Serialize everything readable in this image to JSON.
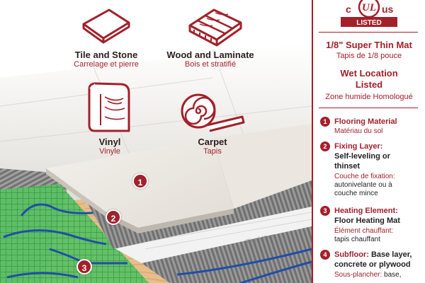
{
  "ul_mark": {
    "left": "c",
    "center": "UL",
    "right": "us",
    "listed": "LISTED"
  },
  "mat": {
    "title": "1/8\" Super Thin Mat",
    "subtitle": "Tapis de 1/8 pouce"
  },
  "wet": {
    "title_line1": "Wet Location",
    "title_line2": "Listed",
    "subtitle": "Zone humide Homologué"
  },
  "icons": [
    {
      "label": "Tile and Stone",
      "sub": "Carrelage et pierre",
      "icon": "tile-icon"
    },
    {
      "label": "Wood and Laminate",
      "sub": "Bois et stratifié",
      "icon": "wood-icon"
    },
    {
      "label": "Vinyl",
      "sub": "Vinyle",
      "icon": "vinyl-roll-icon"
    },
    {
      "label": "Carpet",
      "sub": "Tapis",
      "icon": "carpet-roll-icon"
    }
  ],
  "callouts": [
    "1",
    "2",
    "3"
  ],
  "legend": [
    {
      "num": "1",
      "title": "Flooring Material",
      "sub": "Matériau du sol"
    },
    {
      "num": "2",
      "title_red": "Fixing Layer:",
      "title_dark_1": "Self-leveling or",
      "title_dark_2": "thinset",
      "sub_red": "Couche de fixation:",
      "sub_dark_1": "autonivelante ou à",
      "sub_dark_2": "couche mince"
    },
    {
      "num": "3",
      "title_red": "Heating Element:",
      "title_dark": "Floor Heating Mat",
      "sub_red": "Élément chauffant:",
      "sub_dark": "tapis chauffant"
    },
    {
      "num": "4",
      "title_red": "Subfloor:",
      "title_dark_1": "Base layer,",
      "title_dark_2": "concrete or plywood",
      "sub_red": "Sous-plancher:",
      "sub_dark": "base,"
    }
  ],
  "mat_brand": "WarmlyYours",
  "colors": {
    "accent": "#a3202a",
    "mortar": "#8d8d8d",
    "mesh": "#3fae4a",
    "wood": "#e5b882"
  }
}
